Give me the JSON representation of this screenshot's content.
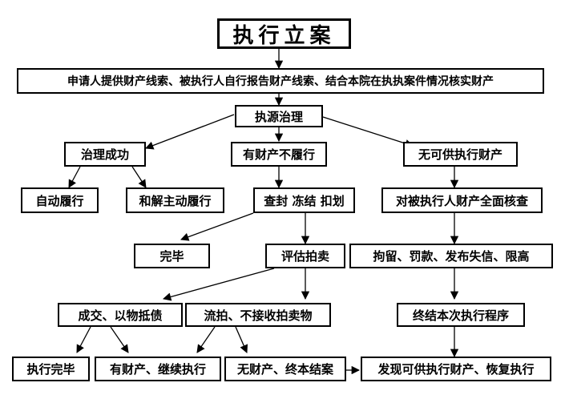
{
  "nodes": {
    "title": "执行立案",
    "property_clues": "申请人提供财产线索、被执行人自行报告财产线索、结合本院在执执案件情况核实财产",
    "source_governance": "执源治理",
    "governance_success": "治理成功",
    "has_property_not_perform": "有财产不履行",
    "no_property": "无可供执行财产",
    "auto_perform": "自动履行",
    "settlement_perform": "和解主动履行",
    "seize_freeze_deduct": "查封 冻结 扣划",
    "full_property_check": "对被执行人财产全面核查",
    "completed": "完毕",
    "appraisal_auction": "评估拍卖",
    "detention_penalty": "拘留、罚款、发布失信、限高",
    "deal_offset": "成交、以物抵债",
    "failed_auction": "流拍、不接收拍卖物",
    "terminate_procedure": "终结本次执行程序",
    "execution_complete": "执行完毕",
    "has_property_continue": "有财产、继续执行",
    "no_property_terminate": "无财产、终本结案",
    "found_property_resume": "发现可供执行财产、恢复执行"
  }
}
